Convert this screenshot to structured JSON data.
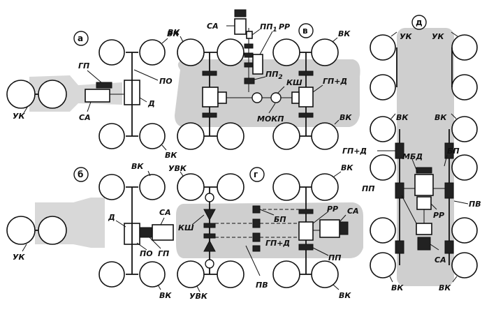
{
  "panels": {
    "a": "а",
    "b": "б",
    "v": "в",
    "g": "г",
    "d": "д"
  },
  "labels": {
    "uk": "УК",
    "vk": "ВК",
    "uvk": "УВК",
    "gp": "ГП",
    "po": "ПО",
    "sa": "СА",
    "d": "Д",
    "pp1_base": "ПП",
    "pp1_sub": "1",
    "pp2_base": "ПП",
    "pp2_sub": "2",
    "rr": "РР",
    "ksh": "КШ",
    "gpd": "ГП+Д",
    "mokp": "МОКП",
    "bp": "БП",
    "pv": "ПВ",
    "pp": "ПП",
    "mbd": "МБД"
  }
}
